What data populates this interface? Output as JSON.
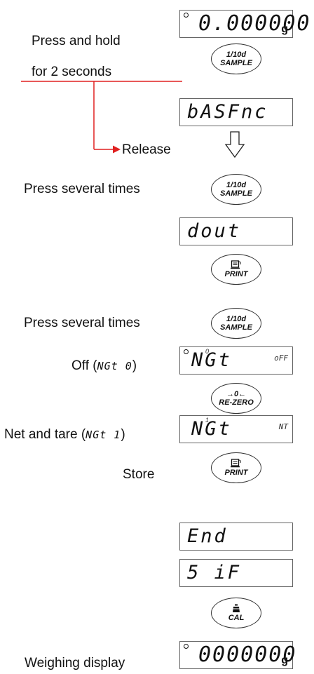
{
  "labels": {
    "press_hold_1": "Press and hold",
    "press_hold_2": "for 2 seconds",
    "release": "Release",
    "press_several_1": "Press several times",
    "press_several_2": "Press several times",
    "off_prefix": "Off (",
    "off_code": "NGt 0",
    "off_suffix": ")",
    "net_prefix": "Net and tare (",
    "net_code": "NGt 1",
    "net_suffix": ")",
    "store": "Store",
    "weighing": "Weighing display"
  },
  "displays": {
    "d1": {
      "text": "0.000000",
      "unit": "g"
    },
    "d2": {
      "text": "bASFnc"
    },
    "d3": {
      "text": "dout"
    },
    "d4": {
      "text": "NGt",
      "sup": "0",
      "ann": "oFF"
    },
    "d5": {
      "text": "NGt",
      "sup": "1",
      "ann": "NT"
    },
    "d6": {
      "text": "End"
    },
    "d7": {
      "text": "5 iF"
    },
    "d8": {
      "text": "0000000",
      "unit": "g"
    }
  },
  "buttons": {
    "sample": {
      "top": "1/10d",
      "bottom": "SAMPLE"
    },
    "print": {
      "bottom": "PRINT"
    },
    "rezero": {
      "top": "→0←",
      "bottom": "RE-ZERO"
    },
    "cal": {
      "bottom": "CAL"
    }
  },
  "colors": {
    "red_line": "#e02020",
    "outline": "#333333"
  }
}
